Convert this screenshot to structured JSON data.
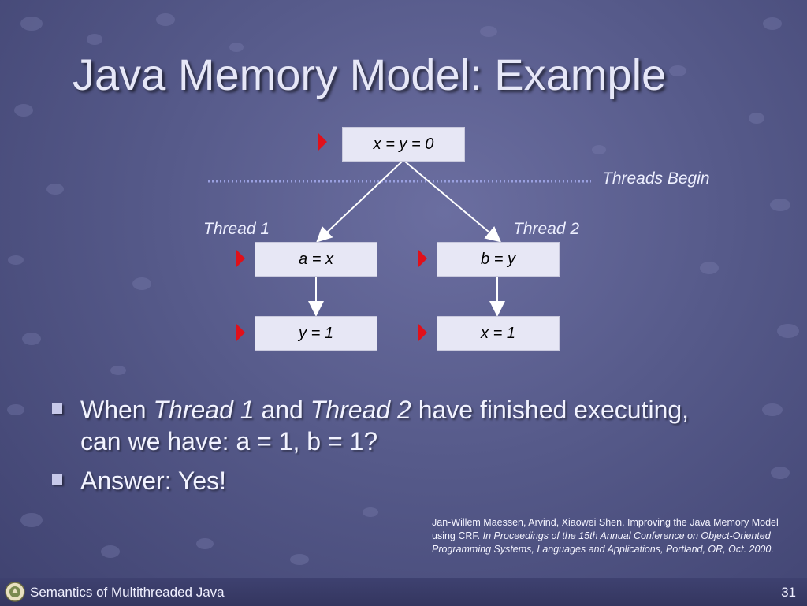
{
  "title": "Java Memory Model: Example",
  "diagram": {
    "init": "x = y = 0",
    "threads_begin": "Threads Begin",
    "thread1": {
      "label": "Thread 1",
      "stmt1": "a = x",
      "stmt2": "y = 1"
    },
    "thread2": {
      "label": "Thread 2",
      "stmt1": "b = y",
      "stmt2": "x = 1"
    },
    "marker_color": "#e0101a"
  },
  "bullets": {
    "b1": {
      "part1": "When ",
      "em1": "Thread 1",
      "part2": " and ",
      "em2": "Thread 2",
      "part3": " have finished executing, can we have: a = 1, b = 1?"
    },
    "b2": "Answer: Yes!"
  },
  "citation": {
    "plain": "Jan-Willem Maessen, Arvind, Xiaowei Shen. Improving the Java Memory Model using CRF. ",
    "italic": "In Proceedings of the 15th Annual Conference on Object-Oriented Programming Systems, Languages and Applications, Portland, OR, Oct. 2000."
  },
  "footer": {
    "text": "Semantics of Multithreaded Java",
    "page": "31",
    "logo_icon": "university-seal-icon"
  },
  "colors": {
    "background": "#565a8a",
    "box_fill": "#e7e7f5"
  }
}
